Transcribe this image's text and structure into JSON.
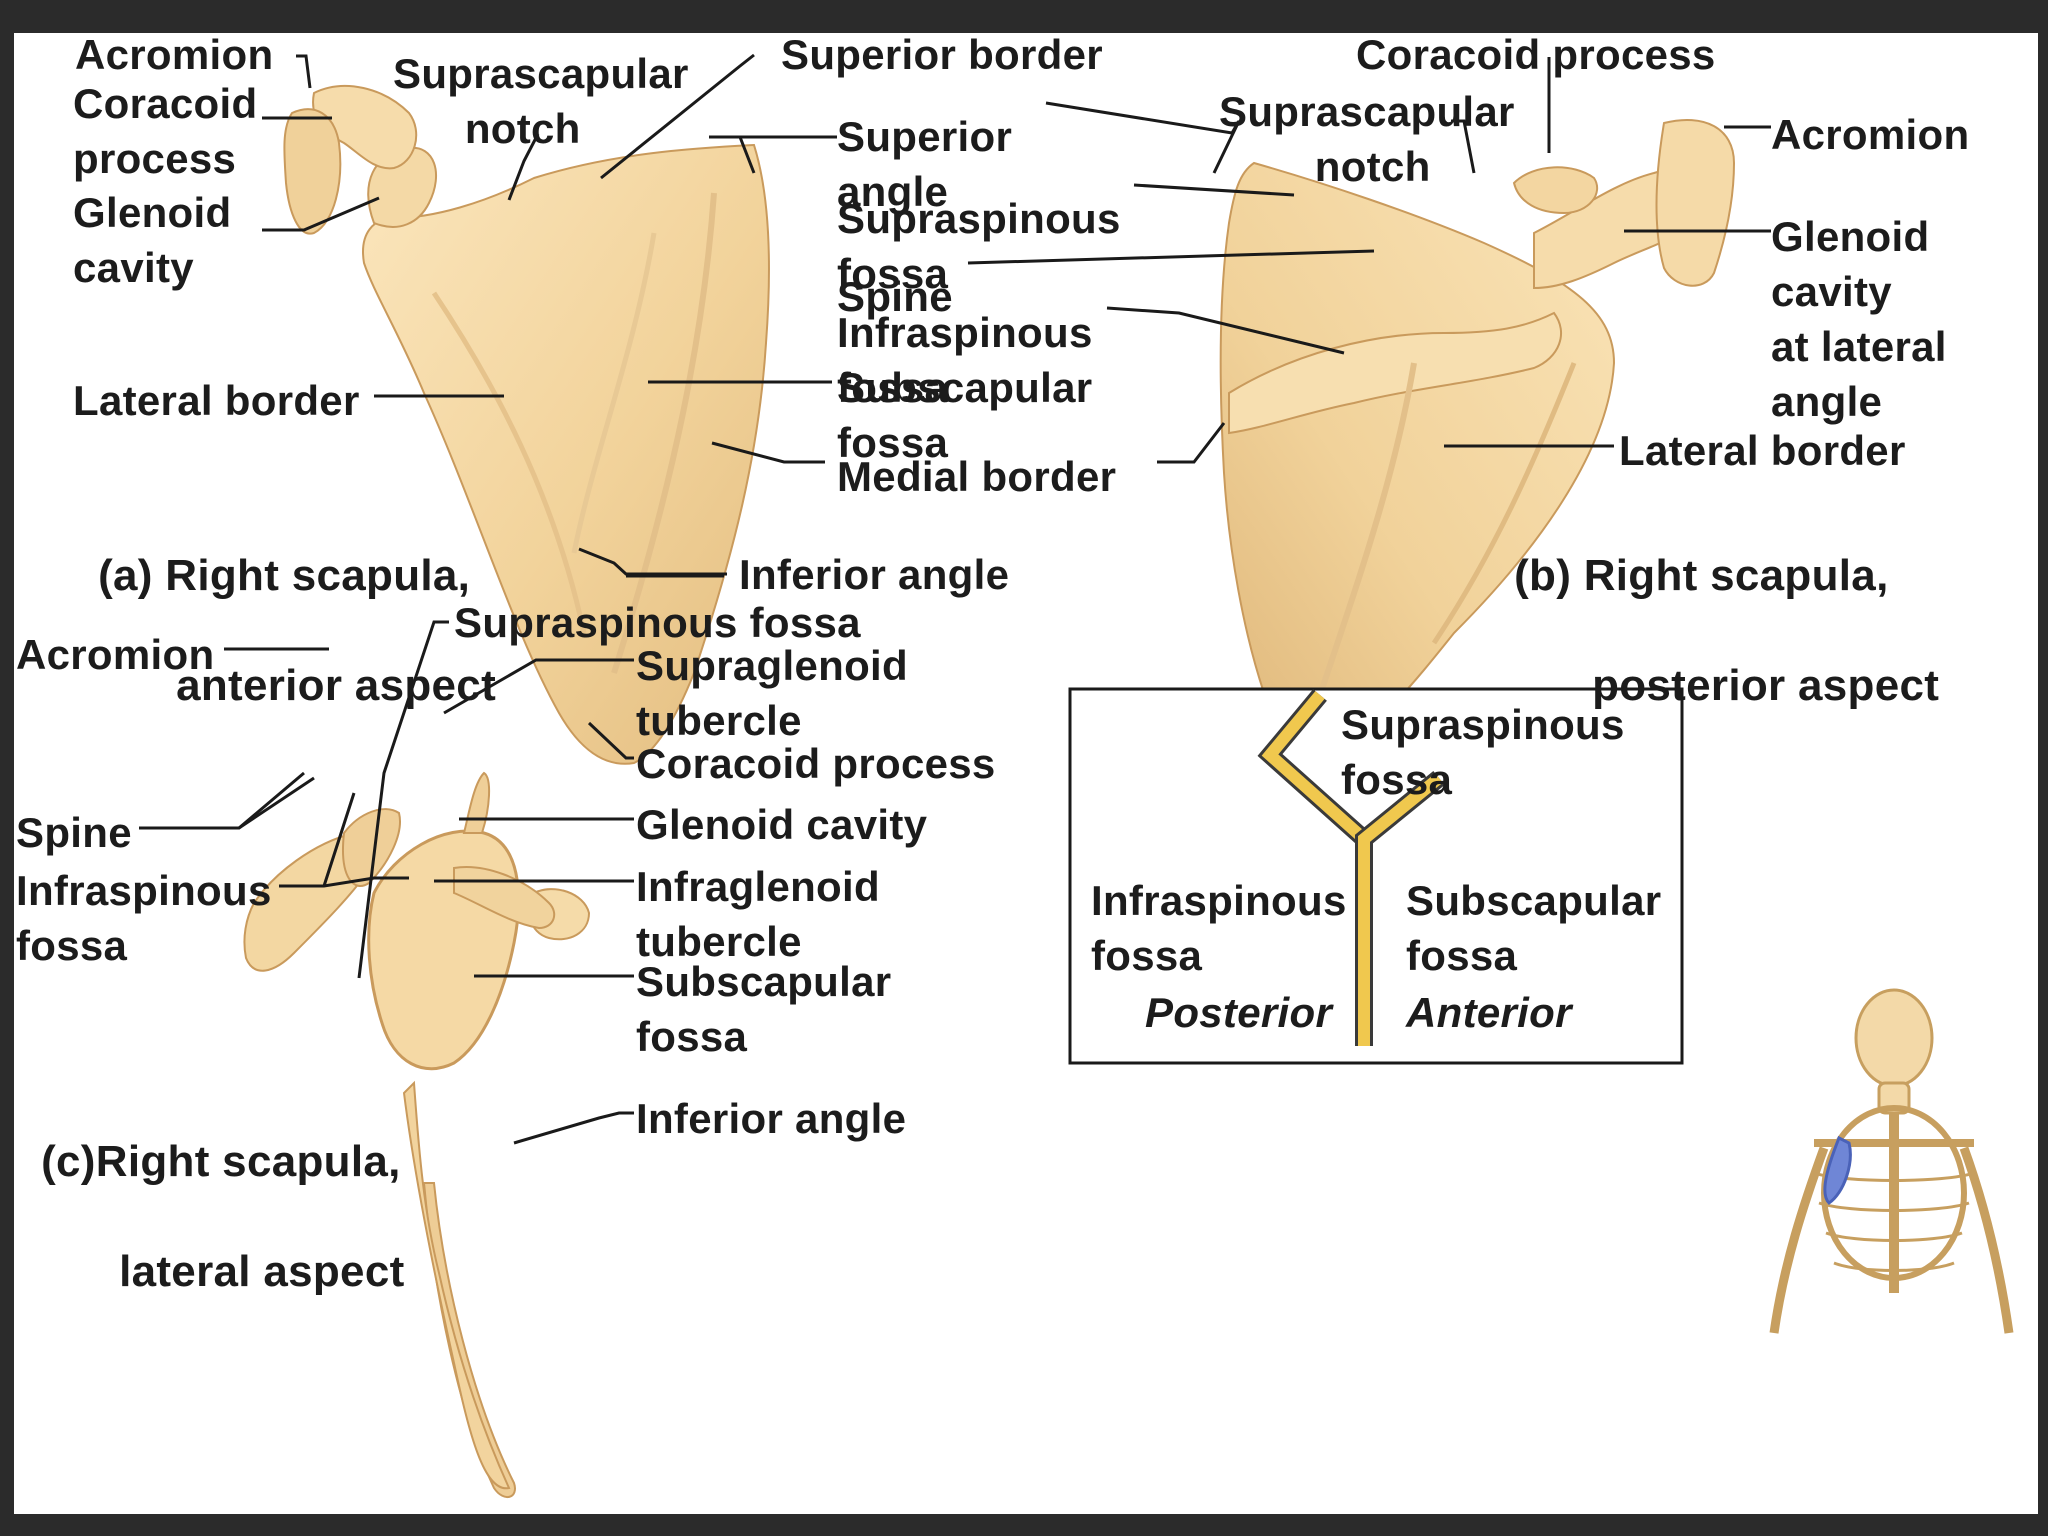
{
  "panel_a": {
    "caption_letter": "(a)",
    "caption_line1": "Right scapula,",
    "caption_line2": "anterior aspect",
    "labels": {
      "acromion": "Acromion",
      "coracoid_process": "Coracoid\nprocess",
      "glenoid_cavity": "Glenoid\ncavity",
      "suprascapular_notch": "Suprascapular\n      notch",
      "superior_border": "Superior border",
      "superior_angle": "Superior\nangle",
      "lateral_border": "Lateral border",
      "subscapular_fossa": "Subscapular\nfossa",
      "medial_border": "Medial border",
      "inferior_angle": "Inferior angle"
    }
  },
  "panel_b": {
    "caption_letter": "(b)",
    "caption_line1": "Right scapula,",
    "caption_line2": "posterior aspect",
    "labels": {
      "coracoid_process": "Coracoid process",
      "suprascapular_notch": "Suprascapular\n        notch",
      "acromion": "Acromion",
      "supraspinous_fossa": "Supraspinous\nfossa",
      "spine": "Spine",
      "infraspinous_fossa": "Infraspinous\nfossa",
      "glenoid_cavity": "Glenoid\ncavity\nat lateral\nangle",
      "lateral_border": "Lateral border"
    }
  },
  "panel_c": {
    "caption_letter": "(c)",
    "caption_line1": "Right scapula,",
    "caption_line2": "lateral aspect",
    "labels": {
      "supraspinous_fossa": "Supraspinous fossa",
      "acromion": "Acromion",
      "supraglenoid_tubercle": "Supraglenoid\ntubercle",
      "coracoid_process": "Coracoid process",
      "glenoid_cavity": "Glenoid cavity",
      "spine": "Spine",
      "infraspinous_fossa": "Infraspinous\nfossa",
      "infraglenoid_tubercle": "Infraglenoid\ntubercle",
      "subscapular_fossa": "Subscapular\nfossa",
      "inferior_angle": "Inferior angle"
    }
  },
  "schematic": {
    "supraspinous_fossa": "Supraspinous\nfossa",
    "infraspinous_fossa": "Infraspinous\nfossa",
    "subscapular_fossa": "Subscapular\nfossa",
    "posterior": "Posterior",
    "anterior": "Anterior"
  },
  "colors": {
    "bone": "#f2d6a2",
    "bone_shadow": "#dcb77c",
    "bone_highlight": "#fbe9c6",
    "schematic_line": "#f0c84e",
    "scapula_highlight": "#6f86d6"
  }
}
